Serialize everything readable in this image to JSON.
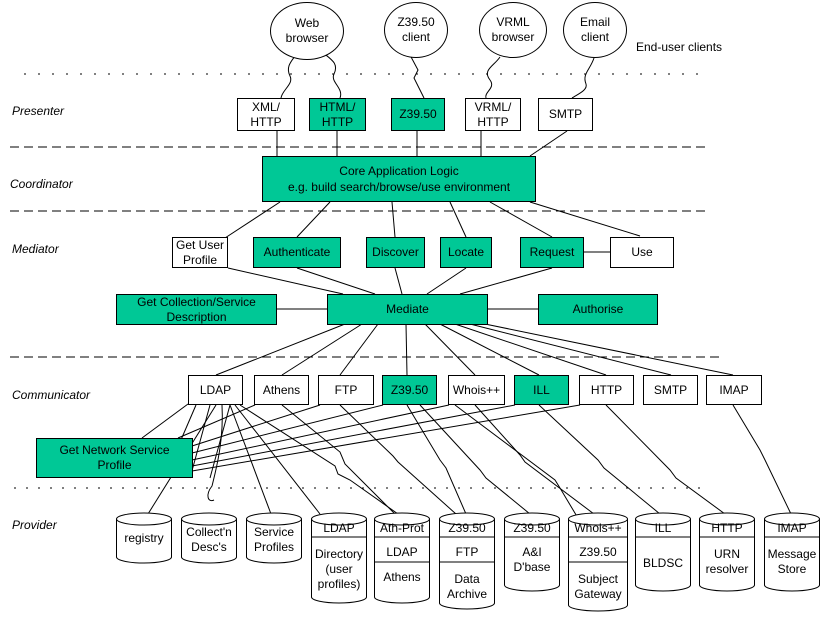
{
  "clients": {
    "web": "Web\nbrowser",
    "z3950": "Z39.50\nclient",
    "vrml": "VRML\nbrowser",
    "email": "Email\nclient",
    "note": "End-user clients"
  },
  "layers": {
    "presenter": "Presenter",
    "coordinator": "Coordinator",
    "mediator": "Mediator",
    "communicator": "Communicator",
    "provider": "Provider"
  },
  "presenter": {
    "xml_http": "XML/\nHTTP",
    "html_http": "HTML/\nHTTP",
    "z3950": "Z39.50",
    "vrml_http": "VRML/\nHTTP",
    "smtp": "SMTP"
  },
  "coordinator": {
    "core": "Core Application Logic\ne.g. build search/browse/use environment"
  },
  "mediator": {
    "get_user_profile": "Get User\nProfile",
    "authenticate": "Authenticate",
    "discover": "Discover",
    "locate": "Locate",
    "request": "Request",
    "use": "Use",
    "get_collection": "Get Collection/Service\nDescription",
    "mediate": "Mediate",
    "authorise": "Authorise"
  },
  "communicator": {
    "ldap": "LDAP",
    "athens": "Athens",
    "ftp": "FTP",
    "z3950": "Z39.50",
    "whois": "Whois++",
    "ill": "ILL",
    "http": "HTTP",
    "smtp": "SMTP",
    "imap": "IMAP",
    "get_network": "Get Network Service\nProfile"
  },
  "provider": {
    "registry": "registry",
    "collectn": "Collect'n\nDesc's",
    "service_profiles": "Service\nProfiles",
    "ldap_dir_top": "LDAP",
    "ldap_dir_bottom": "Directory\n(user\nprofiles)",
    "athprot_top": "Ath-Prot",
    "athprot_mid": "LDAP",
    "athprot_bottom": "Athens",
    "ftp_top": "Z39.50",
    "ftp_mid": "FTP",
    "ftp_bottom": "Data\nArchive",
    "ai_top": "Z39.50",
    "ai_bottom": "A&I\nD'base",
    "whois_top": "Whois++",
    "whois_mid": "Z39.50",
    "whois_bottom": "Subject\nGateway",
    "ill_top": "ILL",
    "ill_bottom": "BLDSC",
    "http_top": "HTTP",
    "http_bottom": "URN\nresolver",
    "imap_top": "IMAP",
    "imap_bottom": "Message\nStore"
  },
  "colors": {
    "green": "#00c896",
    "line": "#000000"
  }
}
